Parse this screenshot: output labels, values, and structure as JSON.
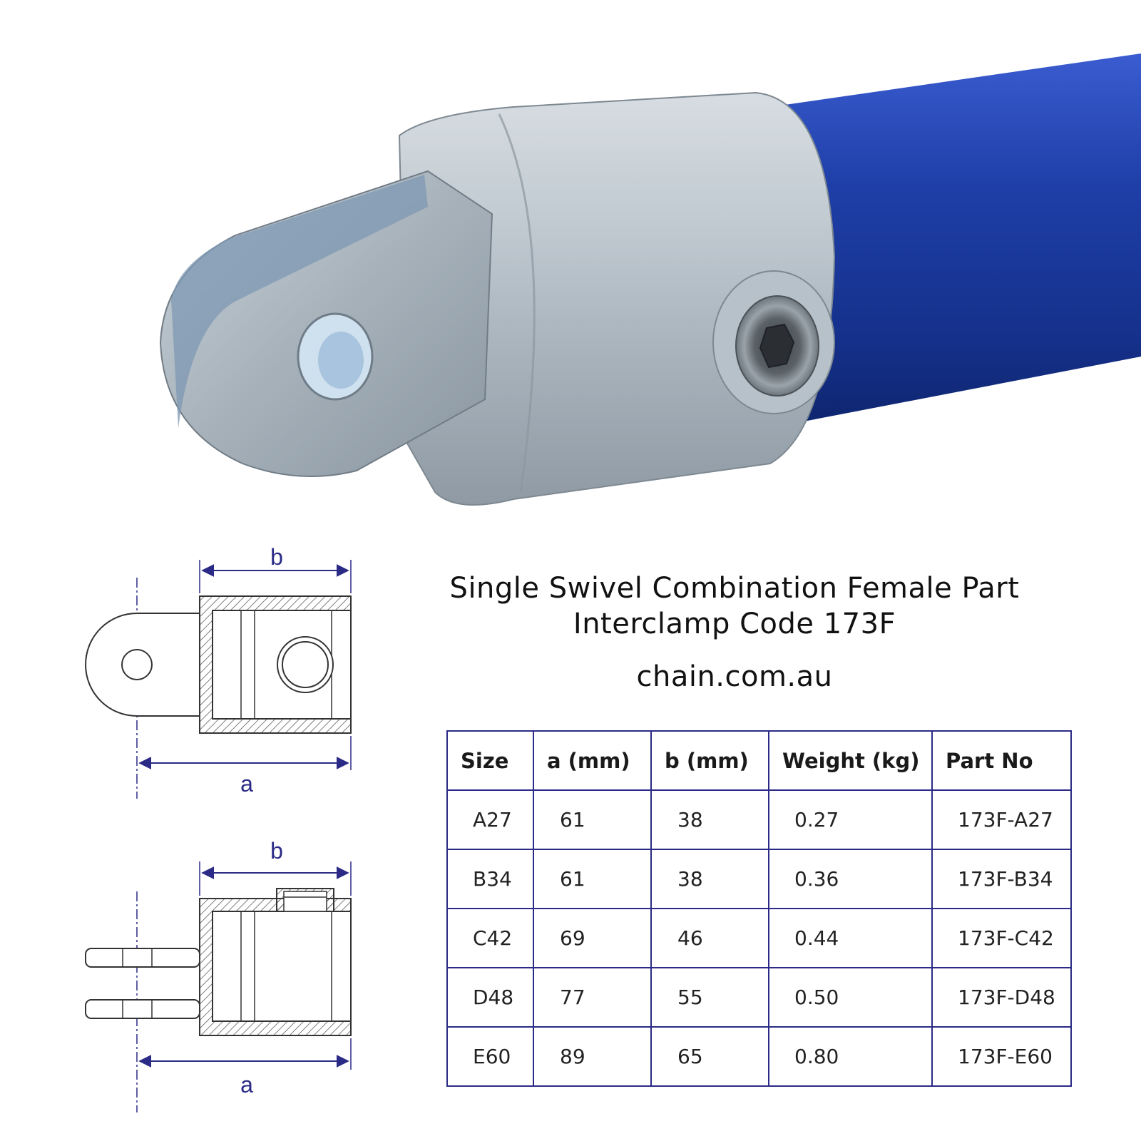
{
  "title": {
    "line1": "Single Swivel Combination Female Part",
    "line2": "Interclamp Code 173F",
    "website": "chain.com.au"
  },
  "drawing_labels": {
    "top_b": "b",
    "top_a": "a",
    "bottom_b": "b",
    "bottom_a": "a"
  },
  "table": {
    "headers": [
      "Size",
      "a (mm)",
      "b (mm)",
      "Weight (kg)",
      "Part No"
    ],
    "rows": [
      [
        "A27",
        "61",
        "38",
        "0.27",
        "173F-A27"
      ],
      [
        "B34",
        "61",
        "38",
        "0.36",
        "173F-B34"
      ],
      [
        "C42",
        "69",
        "46",
        "0.44",
        "173F-C42"
      ],
      [
        "D48",
        "77",
        "55",
        "0.50",
        "173F-D48"
      ],
      [
        "E60",
        "89",
        "65",
        "0.80",
        "173F-E60"
      ]
    ]
  },
  "colors": {
    "pipe_blue": "#1f3fa8",
    "galvanized_silver": "#b9c4cc",
    "dimension_line": "#2b2a86",
    "table_border": "#2b2a86"
  }
}
